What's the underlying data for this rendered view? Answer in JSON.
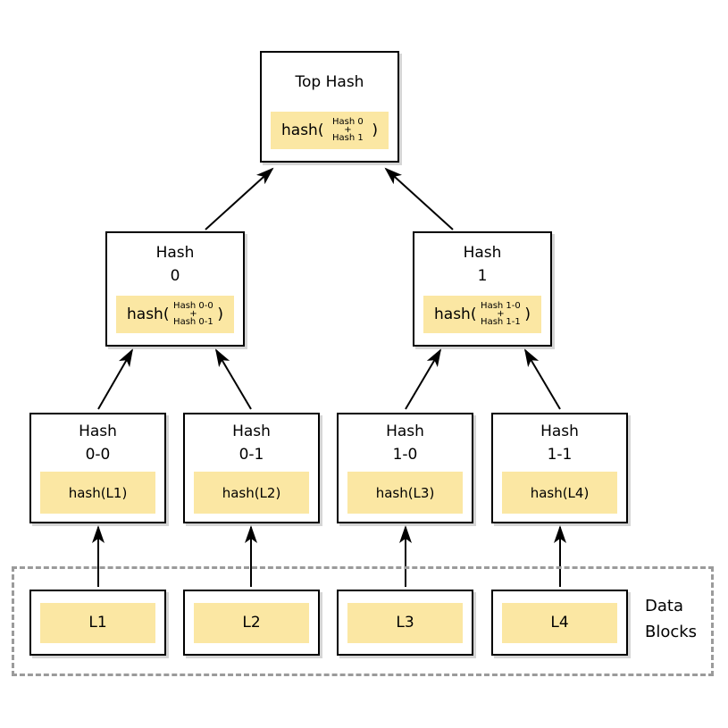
{
  "diagram_type": "merkle-hash-tree",
  "nodes": {
    "top": {
      "title": "Top Hash",
      "prefix": "hash(",
      "arg1": "Hash 0",
      "plus": "+",
      "arg2": "Hash 1",
      "suffix": ")"
    },
    "hash0": {
      "line1": "Hash",
      "line2": "0",
      "prefix": "hash(",
      "arg1": "Hash 0-0",
      "plus": "+",
      "arg2": "Hash 0-1",
      "suffix": ")"
    },
    "hash1": {
      "line1": "Hash",
      "line2": "1",
      "prefix": "hash(",
      "arg1": "Hash 1-0",
      "plus": "+",
      "arg2": "Hash 1-1",
      "suffix": ")"
    },
    "leaf00": {
      "line1": "Hash",
      "line2": "0-0",
      "formula": "hash(L1)"
    },
    "leaf01": {
      "line1": "Hash",
      "line2": "0-1",
      "formula": "hash(L2)"
    },
    "leaf10": {
      "line1": "Hash",
      "line2": "1-0",
      "formula": "hash(L3)"
    },
    "leaf11": {
      "line1": "Hash",
      "line2": "1-1",
      "formula": "hash(L4)"
    }
  },
  "data_blocks": {
    "label_line1": "Data",
    "label_line2": "Blocks",
    "blocks": [
      "L1",
      "L2",
      "L3",
      "L4"
    ]
  },
  "colors": {
    "highlight_fill": "#FBE7A3",
    "box_border": "#000000",
    "dashed_border": "#9B9B9B",
    "arrow": "#000000",
    "background": "#FFFFFF"
  }
}
